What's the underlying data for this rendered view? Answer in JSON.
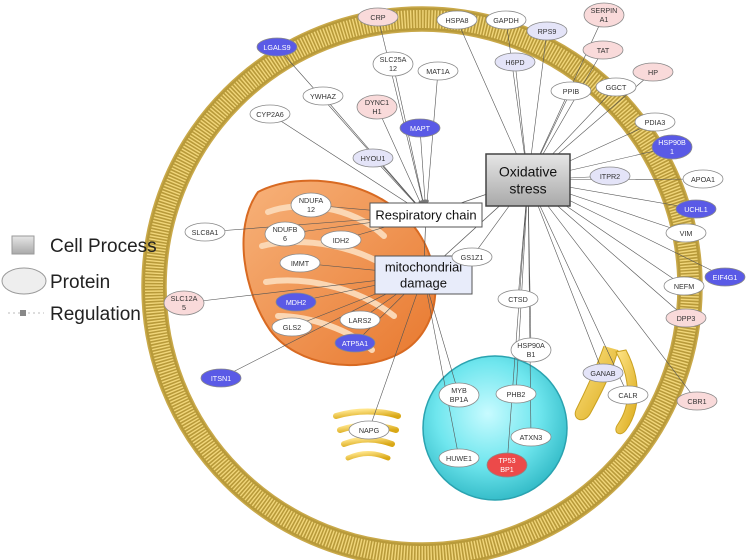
{
  "legend": {
    "cell_process": "Cell Process",
    "protein": "Protein",
    "regulation": "Regulation"
  },
  "processes": [
    {
      "id": "oxidative",
      "lines": [
        "Oxidative",
        "stress"
      ]
    },
    {
      "id": "respiratory",
      "lines": [
        "Respiratory chain"
      ]
    },
    {
      "id": "mito",
      "lines": [
        "mitochondrial",
        "damage"
      ]
    }
  ],
  "proteins": [
    {
      "id": "crp",
      "lines": [
        "CRP"
      ],
      "tone": "pink"
    },
    {
      "id": "hspa8",
      "lines": [
        "HSPA8"
      ],
      "tone": "white"
    },
    {
      "id": "gapdh",
      "lines": [
        "GAPDH"
      ],
      "tone": "white"
    },
    {
      "id": "rps9",
      "lines": [
        "RPS9"
      ],
      "tone": "lavender"
    },
    {
      "id": "serpina1",
      "lines": [
        "SERPIN",
        "A1"
      ],
      "tone": "pink"
    },
    {
      "id": "tat",
      "lines": [
        "TAT"
      ],
      "tone": "pink"
    },
    {
      "id": "lgals9",
      "lines": [
        "LGALS9"
      ],
      "tone": "blue"
    },
    {
      "id": "slc25a12",
      "lines": [
        "SLC25A",
        "12"
      ],
      "tone": "white"
    },
    {
      "id": "mat1a",
      "lines": [
        "MAT1A"
      ],
      "tone": "white"
    },
    {
      "id": "h6pd",
      "lines": [
        "H6PD"
      ],
      "tone": "lavender"
    },
    {
      "id": "hp",
      "lines": [
        "HP"
      ],
      "tone": "pink"
    },
    {
      "id": "ywhaz",
      "lines": [
        "YWHAZ"
      ],
      "tone": "white"
    },
    {
      "id": "dync1h1",
      "lines": [
        "DYNC1",
        "H1"
      ],
      "tone": "pink"
    },
    {
      "id": "ppib",
      "lines": [
        "PPIB"
      ],
      "tone": "white"
    },
    {
      "id": "ggct",
      "lines": [
        "GGCT"
      ],
      "tone": "white"
    },
    {
      "id": "cyp2a6",
      "lines": [
        "CYP2A6"
      ],
      "tone": "white"
    },
    {
      "id": "mapt",
      "lines": [
        "MAPT"
      ],
      "tone": "blue"
    },
    {
      "id": "pdia3",
      "lines": [
        "PDIA3"
      ],
      "tone": "white"
    },
    {
      "id": "hsp90b1top",
      "lines": [
        "HSP90B",
        "1"
      ],
      "tone": "blue"
    },
    {
      "id": "hyou1",
      "lines": [
        "HYOU1"
      ],
      "tone": "lavender"
    },
    {
      "id": "itpr2",
      "lines": [
        "ITPR2"
      ],
      "tone": "lavender"
    },
    {
      "id": "apoa1",
      "lines": [
        "APOA1"
      ],
      "tone": "white"
    },
    {
      "id": "ndufa12",
      "lines": [
        "NDUFA",
        "12"
      ],
      "tone": "white"
    },
    {
      "id": "uchl1",
      "lines": [
        "UCHL1"
      ],
      "tone": "blue"
    },
    {
      "id": "slc8a1",
      "lines": [
        "SLC8A1"
      ],
      "tone": "white"
    },
    {
      "id": "ndufb6",
      "lines": [
        "NDUFB",
        "6"
      ],
      "tone": "white"
    },
    {
      "id": "idh2",
      "lines": [
        "IDH2"
      ],
      "tone": "white"
    },
    {
      "id": "vim",
      "lines": [
        "VIM"
      ],
      "tone": "white"
    },
    {
      "id": "immt",
      "lines": [
        "IMMT"
      ],
      "tone": "white"
    },
    {
      "id": "gs1z1",
      "lines": [
        "GS1Z1"
      ],
      "tone": "white"
    },
    {
      "id": "eif4g1",
      "lines": [
        "EIF4G1"
      ],
      "tone": "blue"
    },
    {
      "id": "nefm",
      "lines": [
        "NEFM"
      ],
      "tone": "white"
    },
    {
      "id": "slc12a5",
      "lines": [
        "SLC12A",
        "5"
      ],
      "tone": "pink"
    },
    {
      "id": "mdh2",
      "lines": [
        "MDH2"
      ],
      "tone": "blue"
    },
    {
      "id": "ctsd",
      "lines": [
        "CTSD"
      ],
      "tone": "white"
    },
    {
      "id": "dpp3",
      "lines": [
        "DPP3"
      ],
      "tone": "pink"
    },
    {
      "id": "gls2",
      "lines": [
        "GLS2"
      ],
      "tone": "white"
    },
    {
      "id": "lars2",
      "lines": [
        "LARS2"
      ],
      "tone": "white"
    },
    {
      "id": "atp5a1",
      "lines": [
        "ATP5A1"
      ],
      "tone": "blue"
    },
    {
      "id": "hsp90ab1",
      "lines": [
        "HSP90A",
        "B1"
      ],
      "tone": "white"
    },
    {
      "id": "itsn1",
      "lines": [
        "ITSN1"
      ],
      "tone": "blue"
    },
    {
      "id": "ganab",
      "lines": [
        "GANAB"
      ],
      "tone": "lavender"
    },
    {
      "id": "mybbp1a",
      "lines": [
        "MYB",
        "BP1A"
      ],
      "tone": "white"
    },
    {
      "id": "phb2",
      "lines": [
        "PHB2"
      ],
      "tone": "white"
    },
    {
      "id": "calr",
      "lines": [
        "CALR"
      ],
      "tone": "white"
    },
    {
      "id": "cbr1",
      "lines": [
        "CBR1"
      ],
      "tone": "pink"
    },
    {
      "id": "napg",
      "lines": [
        "NAPG"
      ],
      "tone": "white"
    },
    {
      "id": "atxn3",
      "lines": [
        "ATXN3"
      ],
      "tone": "white"
    },
    {
      "id": "huwe1",
      "lines": [
        "HUWE1"
      ],
      "tone": "white"
    },
    {
      "id": "tp53bp1",
      "lines": [
        "TP53",
        "BP1"
      ],
      "tone": "red"
    }
  ],
  "tone_colors": {
    "white": "#ffffff",
    "pink": "#f9dada",
    "lavender": "#e4e4f8",
    "blue": "#5a5ae6",
    "red": "#ec4a4a"
  },
  "colors": {
    "membrane_outer": "#c8a640",
    "membrane_inner": "#f2d77c",
    "mitochondrion": "#f29a52",
    "nucleus": "#5fe3ea",
    "golgi": "#f0c83a",
    "process_box": "#c9c9c9",
    "edge": "#555555"
  }
}
